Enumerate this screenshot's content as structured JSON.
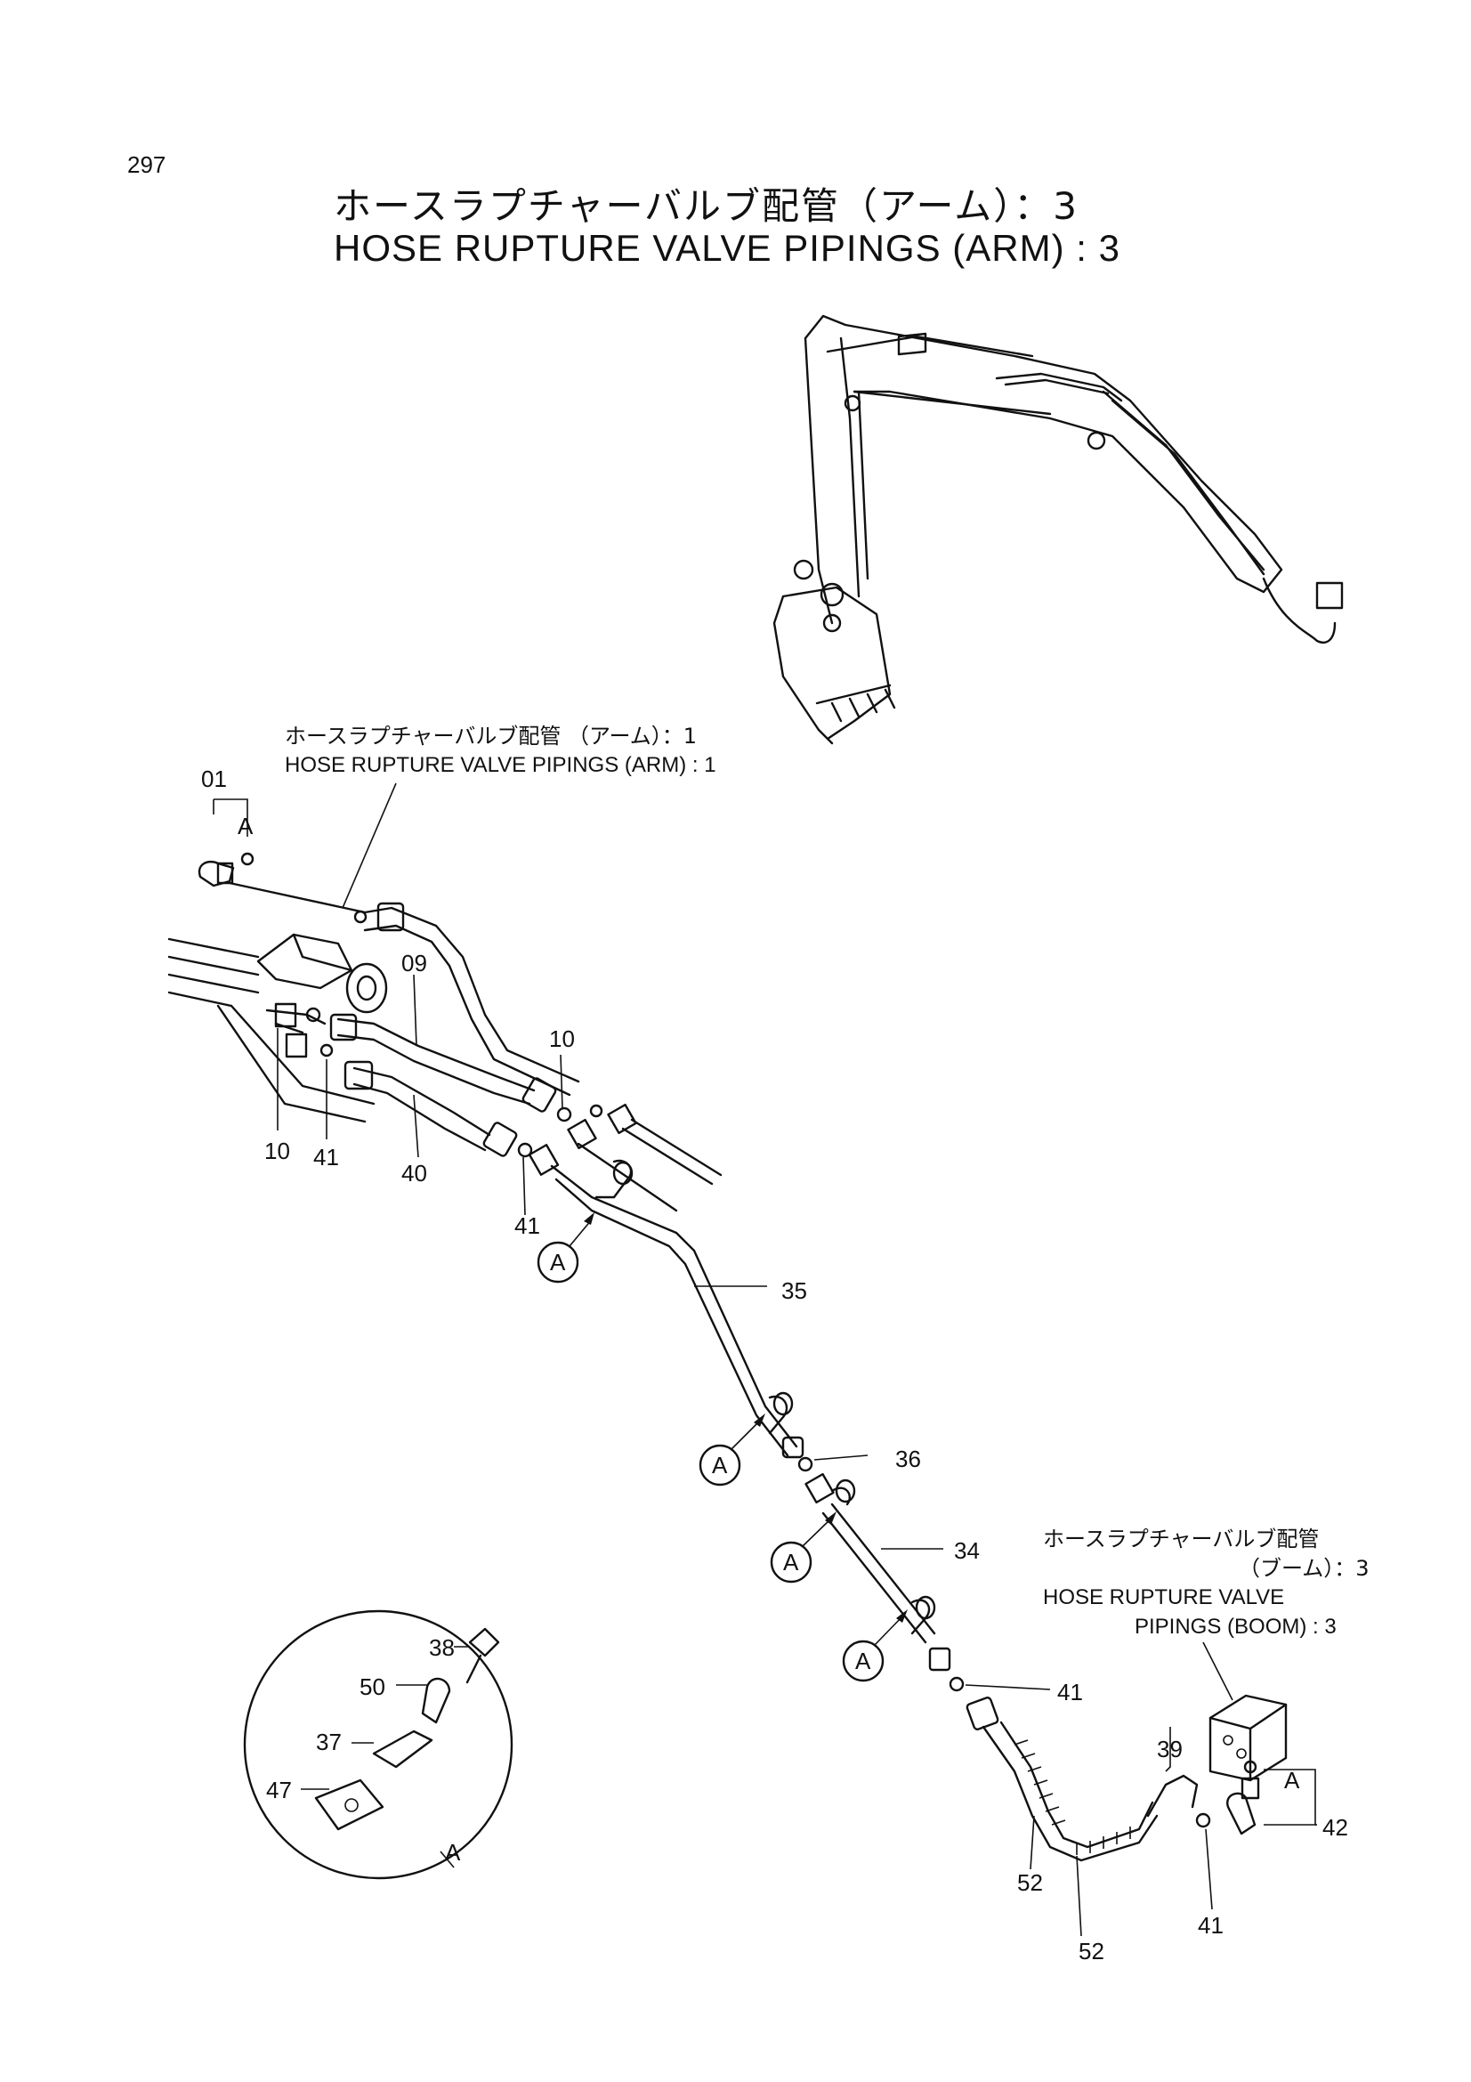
{
  "page_number": "297",
  "title": {
    "jp": "ホースラプチャーバルブ配管（アーム）：3",
    "en": "HOSE  RUPTURE  VALVE  PIPINGS (ARM) : 3"
  },
  "references": {
    "arm1_jp": "ホースラプチャーバルブ配管 （アーム）：1",
    "arm1_en": "HOSE RUPTURE  VALVE  PIPINGS (ARM) : 1",
    "boom3_jp_line1": "ホースラプチャーバルブ配管",
    "boom3_jp_line2": "（ブーム）：3",
    "boom3_en_line1": "HOSE RUPTURE  VALVE",
    "boom3_en_line2": "PIPINGS (BOOM) : 3"
  },
  "view_markers": {
    "letter": "A"
  },
  "part_labels": [
    {
      "id": "p01",
      "text": "01"
    },
    {
      "id": "p09",
      "text": "09"
    },
    {
      "id": "p10a",
      "text": "10"
    },
    {
      "id": "p10b",
      "text": "10"
    },
    {
      "id": "p41a",
      "text": "41"
    },
    {
      "id": "p40",
      "text": "40"
    },
    {
      "id": "p41b",
      "text": "41"
    },
    {
      "id": "p35",
      "text": "35"
    },
    {
      "id": "p36",
      "text": "36"
    },
    {
      "id": "p34",
      "text": "34"
    },
    {
      "id": "p41c",
      "text": "41"
    },
    {
      "id": "p39",
      "text": "39"
    },
    {
      "id": "p42",
      "text": "42"
    },
    {
      "id": "p52a",
      "text": "52"
    },
    {
      "id": "p52b",
      "text": "52"
    },
    {
      "id": "p41d",
      "text": "41"
    },
    {
      "id": "p38",
      "text": "38"
    },
    {
      "id": "p50",
      "text": "50"
    },
    {
      "id": "p37",
      "text": "37"
    },
    {
      "id": "p47",
      "text": "47"
    }
  ]
}
